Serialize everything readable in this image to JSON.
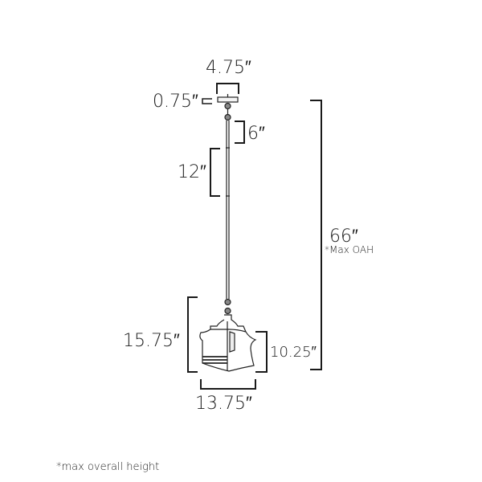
{
  "diagram": {
    "subject": "pendant light dimension drawing",
    "dimensions": {
      "canopy_width": "4.75″",
      "canopy_height": "0.75″",
      "chain_segment_short": "6″",
      "rod_segment": "12″",
      "max_overall_height": "66″",
      "max_oah_note": "*Max OAH",
      "fixture_height": "15.75″",
      "shade_height": "10.25″",
      "fixture_width": "13.75″"
    },
    "footnote": "*max overall height",
    "colors": {
      "line": "#1a1a1a",
      "background": "#ffffff"
    }
  }
}
